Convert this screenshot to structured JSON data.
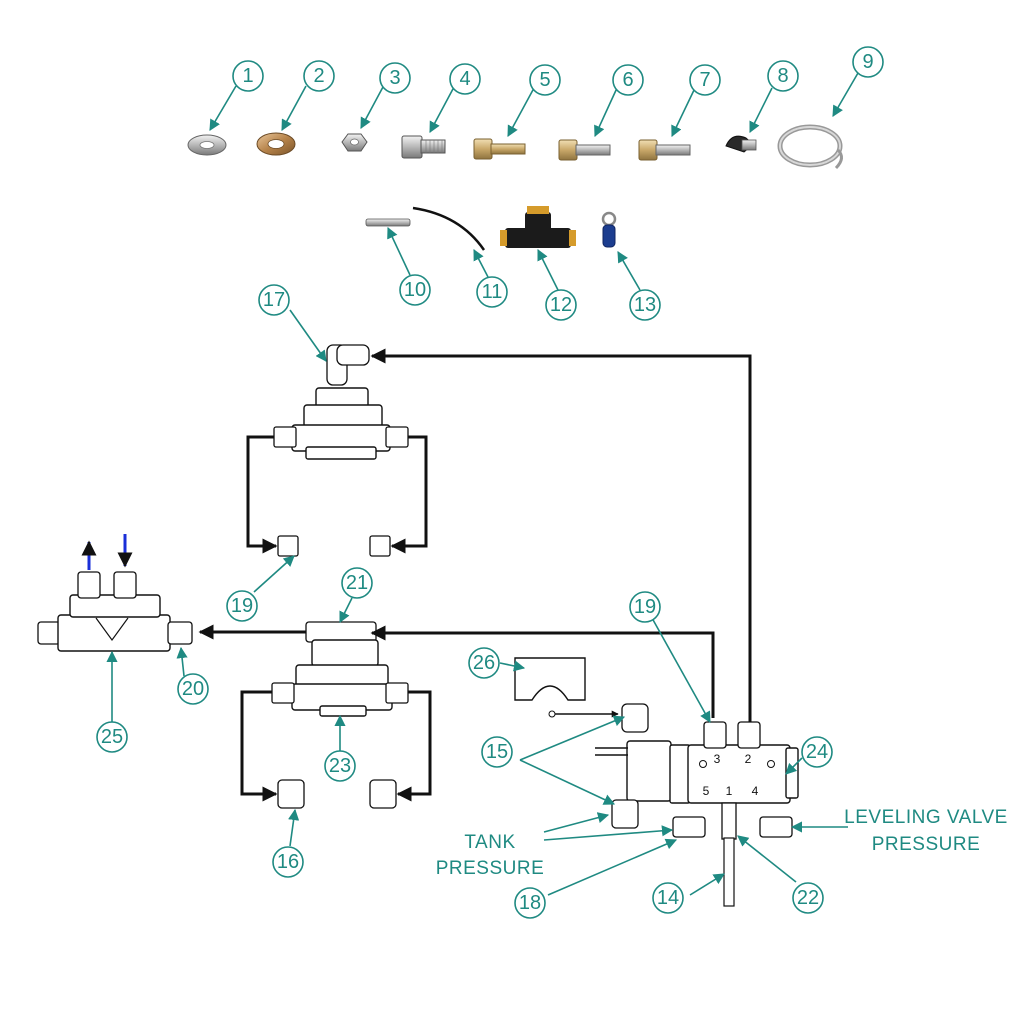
{
  "callouts": [
    "1",
    "2",
    "3",
    "4",
    "5",
    "6",
    "7",
    "8",
    "9",
    "10",
    "11",
    "12",
    "13",
    "14",
    "15",
    "16",
    "17",
    "18",
    "19",
    "19",
    "20",
    "21",
    "22",
    "23",
    "24",
    "25",
    "26"
  ],
  "labels": {
    "tank_line1": "TANK",
    "tank_line2": "PRESSURE",
    "level_line1": "LEVELING VALVE",
    "level_line2": "PRESSURE"
  },
  "ports": [
    "3",
    "2",
    "5",
    "1",
    "4"
  ],
  "colors": {
    "callout": "#1f8a82",
    "hose": "#111111",
    "flow_arrow": "#1a2fd8"
  }
}
